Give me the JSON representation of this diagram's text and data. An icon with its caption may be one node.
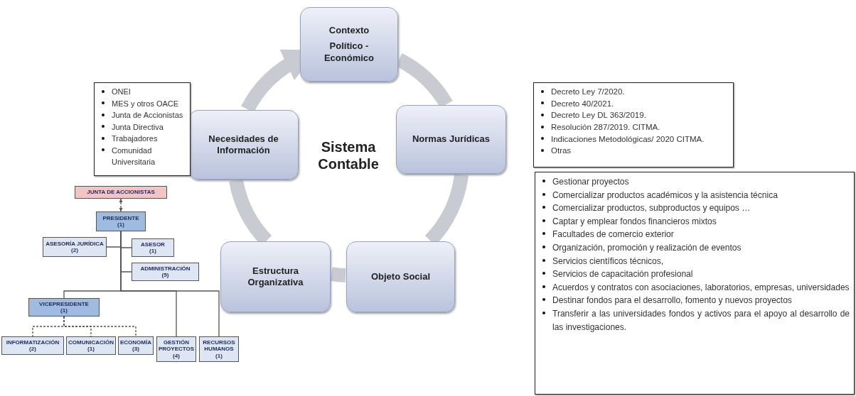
{
  "diagram": {
    "nodes": [
      {
        "text": [
          "Contexto",
          "Político - Económico"
        ]
      },
      {
        "text": [
          "Normas Jurídicas"
        ]
      },
      {
        "text": [
          "Objeto Social"
        ]
      },
      {
        "text": [
          "Estructura Organizativa"
        ]
      },
      {
        "text": [
          "Necesidades de Información"
        ]
      },
      {
        "text": [
          "ONEI",
          "MES y otros OACE",
          "Junta de Accionistas",
          "Junta Directiva",
          "Trabajadores",
          "Comunidad Universitaria"
        ]
      },
      {
        "text": [
          "Decreto Ley 7/2020.",
          "Decreto 40/2021.",
          "Decreto Ley DL 363/2019.",
          "Resolución 287/2019. CITMA.",
          "Indicaciones Metodológicas/ 2020 CITMA.",
          "Otras"
        ]
      },
      {
        "text": [
          "Gestionar proyectos",
          "Comercializar productos académicos y la asistencia técnica",
          "Comercializar productos, subproductos y equipos …",
          "Captar y emplear fondos financieros mixtos",
          "Facultades de comercio exterior",
          "Organización, promoción y realización de eventos",
          "Servicios científicos técnicos,",
          "Servicios de capacitación profesional",
          "Acuerdos y contratos con asociaciones, laboratorios, empresas, universidades",
          "Destinar fondos para el desarrollo, fomento y nuevos proyectos",
          "Transferir a las universidades fondos y activos para el apoyo al desarrollo de las investigaciones."
        ]
      },
      {
        "text": [
          "JUNTA DE ACCIONISTAS"
        ]
      },
      {
        "text": [
          "PRESIDENTE",
          "(1)"
        ]
      },
      {
        "text": [
          "ASESORÍA JURÍDICA (2)"
        ]
      },
      {
        "text": [
          "ASESOR",
          "(1)"
        ]
      },
      {
        "text": [
          "ADMINISTRACIÓN",
          "(5)"
        ]
      },
      {
        "text": [
          "VICEPRESIDENTE",
          "(1)"
        ]
      },
      {
        "text": [
          "INFORMATIZACIÓN",
          "(2)"
        ]
      },
      {
        "text": [
          "COMUNICACIÓN",
          "(1)"
        ]
      },
      {
        "text": [
          "ECONOMÍA",
          "(3)"
        ]
      },
      {
        "text": [
          "GESTIÓN PROYECTOS",
          "(4)"
        ]
      },
      {
        "text": [
          "RECURSOS HUMANOS",
          "(1)"
        ]
      }
    ],
    "edges": [
      {
        "from": 0,
        "to": 1,
        "arrow": "none",
        "style": "thick",
        "color": "#c9cbd3"
      },
      {
        "from": 1,
        "to": 2,
        "arrow": "none",
        "style": "thick",
        "color": "#c9cbd3"
      },
      {
        "from": 2,
        "to": 3,
        "arrow": "none",
        "style": "thick",
        "color": "#c9cbd3"
      },
      {
        "from": 3,
        "to": 4,
        "arrow": "none",
        "style": "thick",
        "color": "#c9cbd3"
      },
      {
        "from": 4,
        "to": 0,
        "arrow": "to",
        "style": "thick",
        "color": "#c9cbd3"
      },
      {
        "from": 8,
        "to": 9,
        "arrow": "both",
        "style": "dashed"
      },
      {
        "from": 9,
        "to": 10,
        "arrow": "none"
      },
      {
        "from": 9,
        "to": 11,
        "arrow": "none"
      },
      {
        "from": 9,
        "to": 12,
        "arrow": "none"
      },
      {
        "from": 9,
        "to": 13,
        "arrow": "none"
      },
      {
        "from": 13,
        "to": 14,
        "arrow": "none",
        "style": "dashed"
      },
      {
        "from": 13,
        "to": 15,
        "arrow": "none",
        "style": "dashed"
      },
      {
        "from": 13,
        "to": 16,
        "arrow": "none",
        "style": "dashed"
      },
      {
        "from": 9,
        "to": 17,
        "arrow": "none"
      },
      {
        "from": 9,
        "to": 18,
        "arrow": "none"
      }
    ],
    "labels": [
      "Sistema Contable"
    ]
  }
}
